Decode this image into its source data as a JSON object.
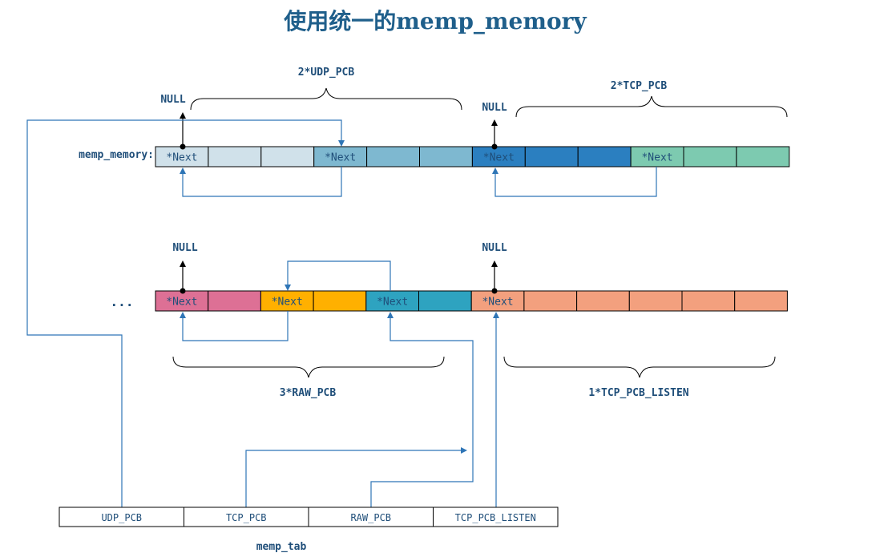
{
  "title": "使用统一的memp_memory",
  "colors": {
    "title": "#1f5f8b",
    "label": "#1f4e79",
    "link": "#2e75b6",
    "null_arrow": "#000000",
    "border": "#000000"
  },
  "labels": {
    "memp_memory": "memp_memory:",
    "memp_tab": "memp_tab",
    "ellipsis": "...",
    "null": "NULL"
  },
  "braces": {
    "udp": "2*UDP_PCB",
    "tcp": "2*TCP_PCB",
    "raw": "3*RAW_PCB",
    "listen": "1*TCP_PCB_LISTEN"
  },
  "row1": {
    "cells": [
      {
        "text": "*Next",
        "color": "#d0e1ea"
      },
      {
        "text": "",
        "color": "#d0e1ea"
      },
      {
        "text": "",
        "color": "#d0e1ea"
      },
      {
        "text": "*Next",
        "color": "#7eb8d0"
      },
      {
        "text": "",
        "color": "#7eb8d0"
      },
      {
        "text": "",
        "color": "#7eb8d0"
      },
      {
        "text": "*Next",
        "color": "#2b7fc0"
      },
      {
        "text": "",
        "color": "#2b7fc0"
      },
      {
        "text": "",
        "color": "#2b7fc0"
      },
      {
        "text": "*Next",
        "color": "#7dcab0"
      },
      {
        "text": "",
        "color": "#7dcab0"
      },
      {
        "text": "",
        "color": "#7dcab0"
      }
    ]
  },
  "row2": {
    "cells": [
      {
        "text": "*Next",
        "color": "#dd7095"
      },
      {
        "text": "",
        "color": "#dd7095"
      },
      {
        "text": "*Next",
        "color": "#ffb000"
      },
      {
        "text": "",
        "color": "#ffb000"
      },
      {
        "text": "*Next",
        "color": "#2ea3c0"
      },
      {
        "text": "",
        "color": "#2ea3c0"
      },
      {
        "text": "*Next",
        "color": "#f3a07e"
      },
      {
        "text": "",
        "color": "#f3a07e"
      },
      {
        "text": "",
        "color": "#f3a07e"
      },
      {
        "text": "",
        "color": "#f3a07e"
      },
      {
        "text": "",
        "color": "#f3a07e"
      },
      {
        "text": "",
        "color": "#f3a07e"
      }
    ]
  },
  "memp_tab": [
    "UDP_PCB",
    "TCP_PCB",
    "RAW_PCB",
    "TCP_PCB_LISTEN"
  ]
}
